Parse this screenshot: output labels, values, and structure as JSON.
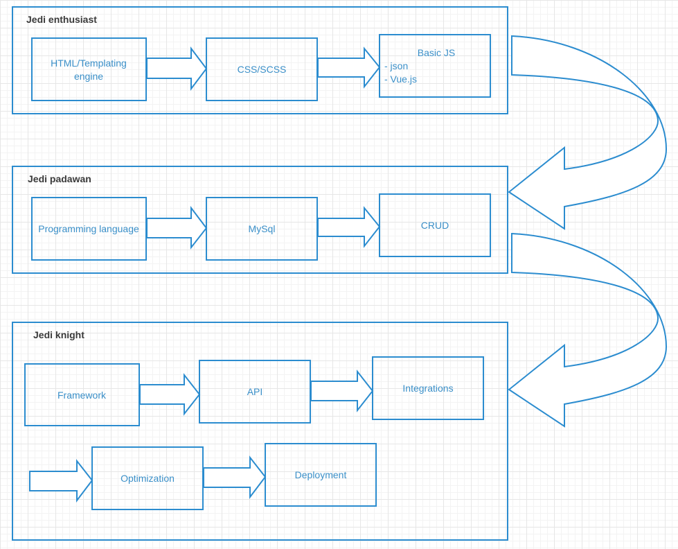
{
  "frames": [
    {
      "title": "Jedi enthusiast",
      "nodes": [
        {
          "lines": [
            "HTML/Templating",
            "engine"
          ]
        },
        {
          "lines": [
            "CSS/SCSS"
          ]
        },
        {
          "lines": [
            "Basic JS",
            "- json",
            "- Vue.js"
          ]
        }
      ]
    },
    {
      "title": "Jedi padawan",
      "nodes": [
        {
          "lines": [
            "Programming language"
          ]
        },
        {
          "lines": [
            "MySql"
          ]
        },
        {
          "lines": [
            "CRUD"
          ]
        }
      ]
    },
    {
      "title": "Jedi knight",
      "nodes": [
        {
          "lines": [
            "Framework"
          ]
        },
        {
          "lines": [
            "API"
          ]
        },
        {
          "lines": [
            "Integrations"
          ]
        },
        {
          "lines": [
            "Optimization"
          ]
        },
        {
          "lines": [
            "Deployment"
          ]
        }
      ]
    }
  ],
  "colors": {
    "stroke": "#2b8ccf",
    "node_text": "#3a8fc8",
    "title_text": "#3a3a3a",
    "background": "#ffffff",
    "grid": "#e6e6e6"
  }
}
